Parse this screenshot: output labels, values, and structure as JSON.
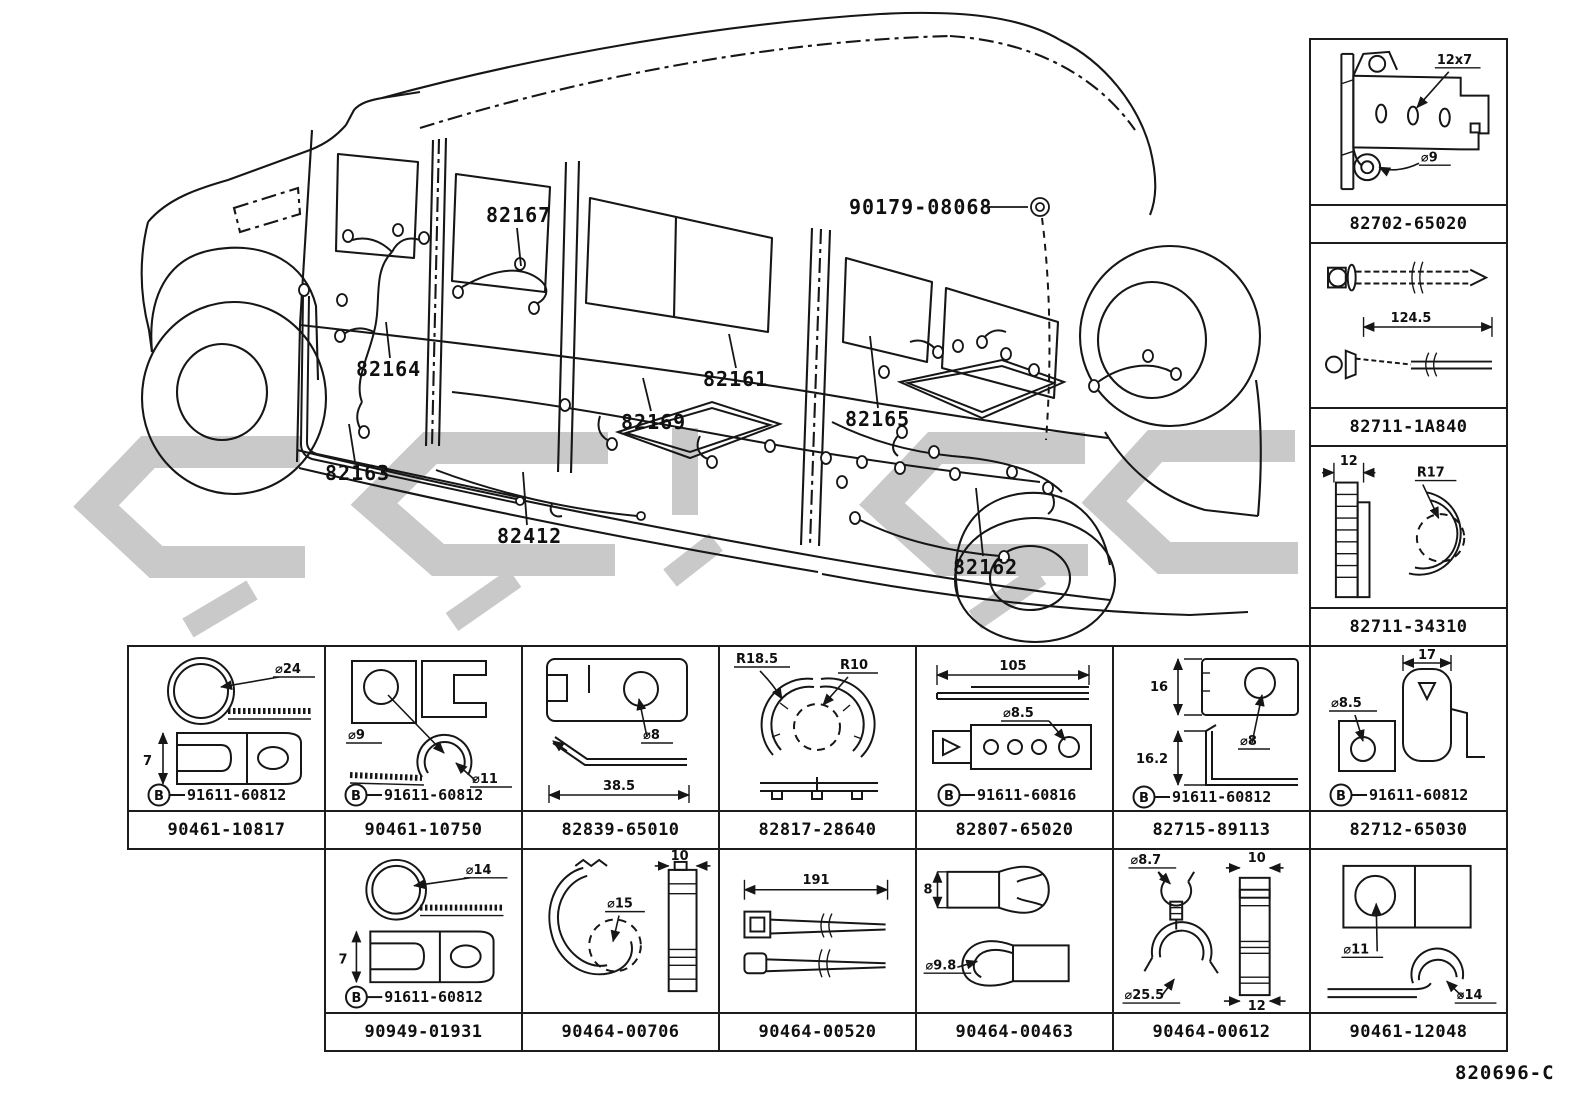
{
  "misc": {
    "b_symbol": "B"
  },
  "footer": {
    "doc_number": "820696-C"
  },
  "vehicle_labels": {
    "l90179": "90179-08068",
    "l82167": "82167",
    "l82164": "82164",
    "l82161": "82161",
    "l82169": "82169",
    "l82165": "82165",
    "l82163": "82163",
    "l82412": "82412",
    "l82162": "82162"
  },
  "side_boxes": [
    {
      "part": "82702-65020",
      "dim_slot": "12x7",
      "dim_hole": "⌀9"
    },
    {
      "part": "82711-1A840",
      "dim_length": "124.5"
    },
    {
      "part": "82711-34310",
      "dim_width": "12",
      "dim_radius": "R17"
    }
  ],
  "row1": [
    {
      "part": "90461-10817",
      "dia": "⌀24",
      "height": "7",
      "sub_part": "91611-60812"
    },
    {
      "part": "90461-10750",
      "dia_small": "⌀9",
      "dia_large": "⌀11",
      "sub_part": "91611-60812"
    },
    {
      "part": "82839-65010",
      "dia": "⌀8",
      "length": "38.5"
    },
    {
      "part": "82817-28640",
      "radius_outer": "R18.5",
      "radius_inner": "R10"
    },
    {
      "part": "82807-65020",
      "length": "105",
      "dia": "⌀8.5",
      "sub_part": "91611-60816"
    },
    {
      "part": "82715-89113",
      "height_top": "16",
      "height_bottom": "16.2",
      "dia": "⌀8",
      "sub_part": "91611-60812"
    },
    {
      "part": "82712-65030",
      "width": "17",
      "dia": "⌀8.5",
      "sub_part": "91611-60812"
    }
  ],
  "row2": [
    {
      "part": "90949-01931",
      "dia": "⌀14",
      "height": "7",
      "sub_part": "91611-60812"
    },
    {
      "part": "90464-00706",
      "width": "10",
      "dia": "⌀15"
    },
    {
      "part": "90464-00520",
      "length": "191"
    },
    {
      "part": "90464-00463",
      "height": "8",
      "dia": "⌀9.8"
    },
    {
      "part": "90464-00612",
      "dia_top": "⌀8.7",
      "width_top": "10",
      "dia_bottom": "⌀25.5",
      "width_bottom": "12"
    },
    {
      "part": "90461-12048",
      "dia_plate": "⌀11",
      "dia_clamp": "⌀14"
    }
  ]
}
